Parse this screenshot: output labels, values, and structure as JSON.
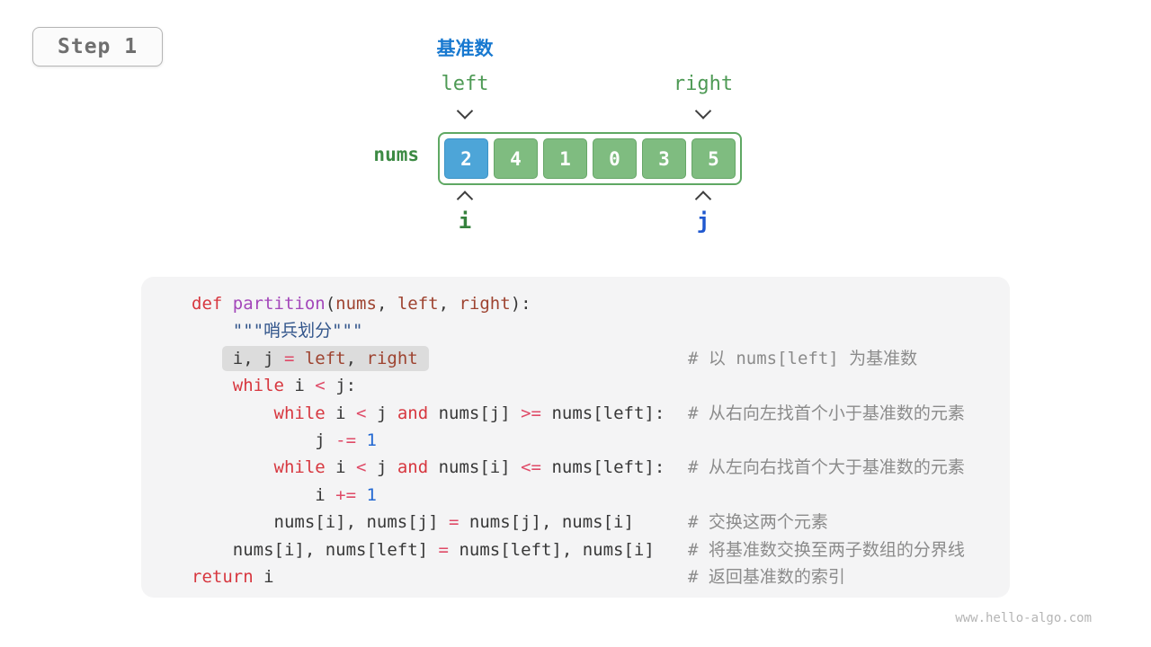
{
  "step_badge": {
    "label": "Step 1"
  },
  "diagram": {
    "pivot_label": "基准数",
    "left_label": "left",
    "right_label": "right",
    "nums_label": "nums",
    "i_label": "i",
    "j_label": "j",
    "cells": [
      {
        "value": "2",
        "type": "pivot"
      },
      {
        "value": "4",
        "type": "normal"
      },
      {
        "value": "1",
        "type": "normal"
      },
      {
        "value": "0",
        "type": "normal"
      },
      {
        "value": "3",
        "type": "normal"
      },
      {
        "value": "5",
        "type": "normal"
      }
    ],
    "colors": {
      "pivot_cell": "#4da5d8",
      "normal_cell": "#7fbc80",
      "array_border": "#5fa863",
      "pivot_label": "#1879d0",
      "pointer_label": "#4e9a55",
      "nums_label": "#3c8a43",
      "i_label": "#35813d",
      "j_label": "#1f58cf"
    }
  },
  "code": {
    "lines": [
      {
        "indent": 0,
        "hl": false,
        "tokens": [
          [
            "def ",
            "kw"
          ],
          [
            "partition",
            "fn"
          ],
          [
            "(",
            "pl"
          ],
          [
            "nums",
            "pr"
          ],
          [
            ", ",
            "pl"
          ],
          [
            "left",
            "pr"
          ],
          [
            ", ",
            "pl"
          ],
          [
            "right",
            "pr"
          ],
          [
            "):",
            "pl"
          ]
        ],
        "comment": ""
      },
      {
        "indent": 4,
        "hl": false,
        "tokens": [
          [
            "\"\"\"哨兵划分\"\"\"",
            "st"
          ]
        ],
        "comment": ""
      },
      {
        "indent": 4,
        "hl": true,
        "tokens": [
          [
            "i, j ",
            "pl"
          ],
          [
            "= ",
            "op"
          ],
          [
            "left",
            "pr"
          ],
          [
            ", ",
            "pl"
          ],
          [
            "right",
            "pr"
          ]
        ],
        "comment": "# 以 nums[left] 为基准数"
      },
      {
        "indent": 4,
        "hl": false,
        "tokens": [
          [
            "while ",
            "kw"
          ],
          [
            "i ",
            "pl"
          ],
          [
            "< ",
            "op"
          ],
          [
            "j:",
            "pl"
          ]
        ],
        "comment": ""
      },
      {
        "indent": 8,
        "hl": false,
        "tokens": [
          [
            "while ",
            "kw"
          ],
          [
            "i ",
            "pl"
          ],
          [
            "< ",
            "op"
          ],
          [
            "j ",
            "pl"
          ],
          [
            "and ",
            "kw"
          ],
          [
            "nums[j] ",
            "pl"
          ],
          [
            ">= ",
            "op"
          ],
          [
            "nums[left]:",
            "pl"
          ]
        ],
        "comment": "# 从右向左找首个小于基准数的元素"
      },
      {
        "indent": 12,
        "hl": false,
        "tokens": [
          [
            "j ",
            "pl"
          ],
          [
            "-= ",
            "op"
          ],
          [
            "1",
            "nu"
          ]
        ],
        "comment": ""
      },
      {
        "indent": 8,
        "hl": false,
        "tokens": [
          [
            "while ",
            "kw"
          ],
          [
            "i ",
            "pl"
          ],
          [
            "< ",
            "op"
          ],
          [
            "j ",
            "pl"
          ],
          [
            "and ",
            "kw"
          ],
          [
            "nums[i] ",
            "pl"
          ],
          [
            "<= ",
            "op"
          ],
          [
            "nums[left]:",
            "pl"
          ]
        ],
        "comment": "# 从左向右找首个大于基准数的元素"
      },
      {
        "indent": 12,
        "hl": false,
        "tokens": [
          [
            "i ",
            "pl"
          ],
          [
            "+= ",
            "op"
          ],
          [
            "1",
            "nu"
          ]
        ],
        "comment": ""
      },
      {
        "indent": 8,
        "hl": false,
        "tokens": [
          [
            "nums[i], nums[j] ",
            "pl"
          ],
          [
            "= ",
            "op"
          ],
          [
            "nums[j], nums[i]",
            "pl"
          ]
        ],
        "comment": "# 交换这两个元素"
      },
      {
        "indent": 4,
        "hl": false,
        "tokens": [
          [
            "nums[i], nums[left] ",
            "pl"
          ],
          [
            "= ",
            "op"
          ],
          [
            "nums[left], nums[i]",
            "pl"
          ]
        ],
        "comment": "# 将基准数交换至两子数组的分界线"
      },
      {
        "indent": 0,
        "hl": false,
        "tokens": [
          [
            "return ",
            "kw"
          ],
          [
            "i",
            "pl"
          ]
        ],
        "comment": "# 返回基准数的索引"
      }
    ]
  },
  "footer": {
    "watermark": "www.hello-algo.com"
  }
}
